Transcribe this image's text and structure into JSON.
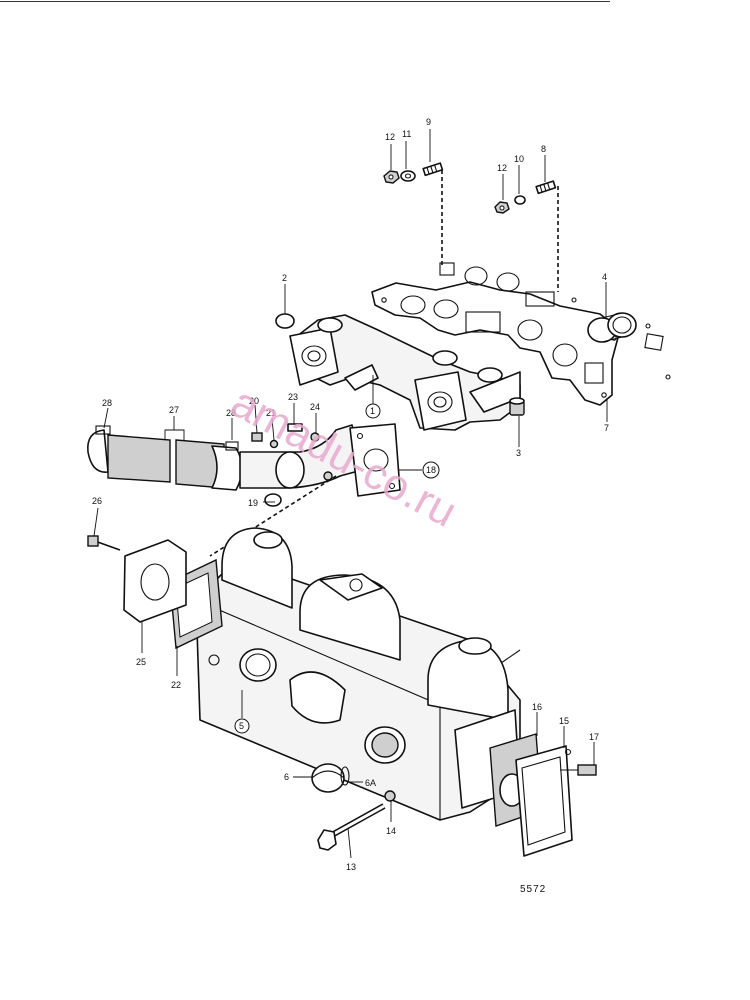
{
  "figure_number": "5572",
  "watermark": "amadu-co.ru",
  "callouts": [
    "1",
    "2",
    "3",
    "4",
    "5",
    "6",
    "6A",
    "7",
    "8",
    "9",
    "10",
    "11",
    "12",
    "12",
    "13",
    "14",
    "15",
    "16",
    "17",
    "18",
    "19",
    "20",
    "21",
    "22",
    "23",
    "24",
    "25",
    "26",
    "27",
    "28",
    "28"
  ]
}
